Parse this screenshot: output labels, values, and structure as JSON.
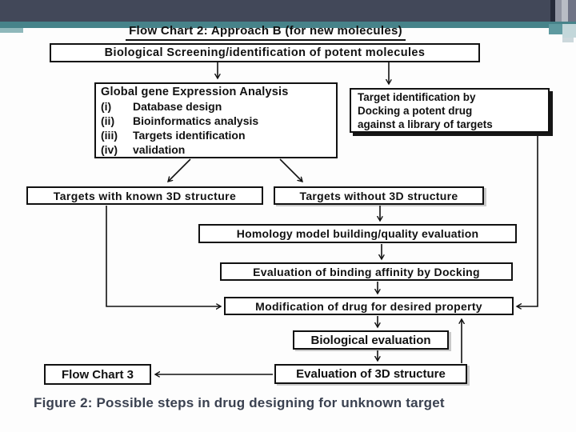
{
  "theme": {
    "top_bar_color": "#424859",
    "teal_color": "#47838a",
    "light_teal_color": "#8fb8bb",
    "box_border_color": "#111111",
    "caption_color": "#3a4150"
  },
  "title": {
    "text": "Flow Chart 2: Approach B (for new molecules)"
  },
  "boxes": {
    "bio_screening": {
      "label": "Biological Screening/identification of potent molecules"
    },
    "global_gene": {
      "heading": "Global gene Expression Analysis",
      "items": [
        {
          "num": "(i)",
          "text": "Database design"
        },
        {
          "num": "(ii)",
          "text": "Bioinformatics analysis"
        },
        {
          "num": "(iii)",
          "text": "Targets identification"
        },
        {
          "num": "(iv)",
          "text": "validation"
        }
      ]
    },
    "target_id": {
      "lines": [
        "Target identification by",
        "Docking a potent drug",
        "against a library of targets"
      ]
    },
    "targets_known": {
      "label": "Targets with known 3D structure"
    },
    "targets_without": {
      "label": "Targets without 3D structure"
    },
    "homology": {
      "label": "Homology model building/quality evaluation"
    },
    "binding": {
      "label": "Evaluation of binding affinity by Docking"
    },
    "modification": {
      "label": "Modification of drug for desired property"
    },
    "bio_eval": {
      "label": "Biological evaluation"
    },
    "eval_3d": {
      "label": "Evaluation of 3D structure"
    },
    "flow_chart_3": {
      "label": "Flow Chart 3"
    }
  },
  "caption": {
    "text": "Figure 2: Possible steps in drug designing for unknown target"
  }
}
